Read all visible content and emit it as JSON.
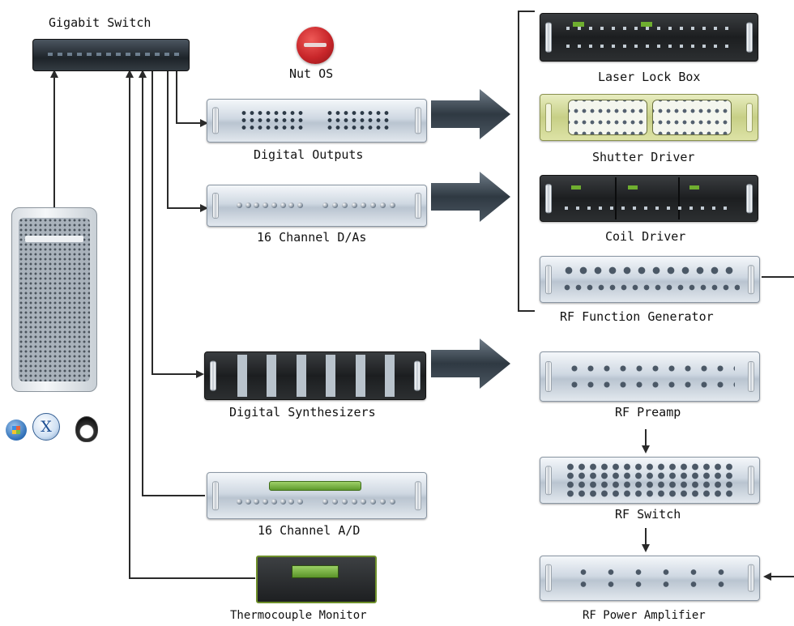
{
  "labels": {
    "gigabit_switch": "Gigabit Switch",
    "nut_os": "Nut OS",
    "digital_outputs": "Digital Outputs",
    "dacs": "16 Channel D/As",
    "digital_synthesizers": "Digital Synthesizers",
    "adc": "16 Channel A/D",
    "thermocouple_monitor": "Thermocouple Monitor",
    "laser_lock_box": "Laser Lock Box",
    "shutter_driver": "Shutter Driver",
    "coil_driver": "Coil Driver",
    "rf_function_generator": "RF Function Generator",
    "rf_preamp": "RF Preamp",
    "rf_switch": "RF Switch",
    "rf_power_amplifier": "RF Power Amplifier",
    "os_x": "X"
  },
  "colors": {
    "line": "#2a2a2a",
    "arrow_block": "#3c4750",
    "nut_os_red": "#c8262a",
    "lcd_green": "#6fae2f"
  }
}
